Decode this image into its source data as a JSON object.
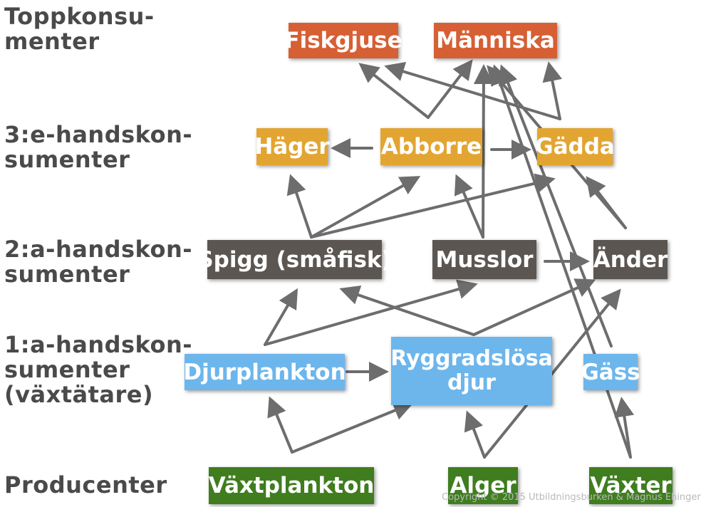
{
  "levels": {
    "top": [
      "Toppkonsu-",
      "menter"
    ],
    "third": [
      "3:e-handskon-",
      "sumenter"
    ],
    "second": [
      "2:a-handskon-",
      "sumenter"
    ],
    "first": [
      "1:a-handskon-",
      "sumenter",
      "(växtätare)"
    ],
    "producers": [
      "Producenter"
    ]
  },
  "nodes": {
    "fiskgjuse": "Fiskgjuse",
    "manniska": "Människa",
    "hager": "Häger",
    "abborre": "Abborre",
    "gadda": "Gädda",
    "spigg": "Spigg (småfisk)",
    "musslor": "Musslor",
    "ander": "Änder",
    "djurplankton": "Djurplankton",
    "ryggradslosa_1": "Ryggradslösa",
    "ryggradslosa_2": "djur",
    "gass": "Gäss",
    "vaxtplankton": "Växtplankton",
    "alger": "Alger",
    "vaxter": "Växter"
  },
  "colors": {
    "top": "#d65f34",
    "third": "#e3a532",
    "second": "#5c5652",
    "first": "#6cb6ec",
    "producer": "#3f7d1f",
    "arrow": "#6d6d6d"
  },
  "copyright": "Copyright © 2015 Utbildningsburken & Magnus Ehinger"
}
